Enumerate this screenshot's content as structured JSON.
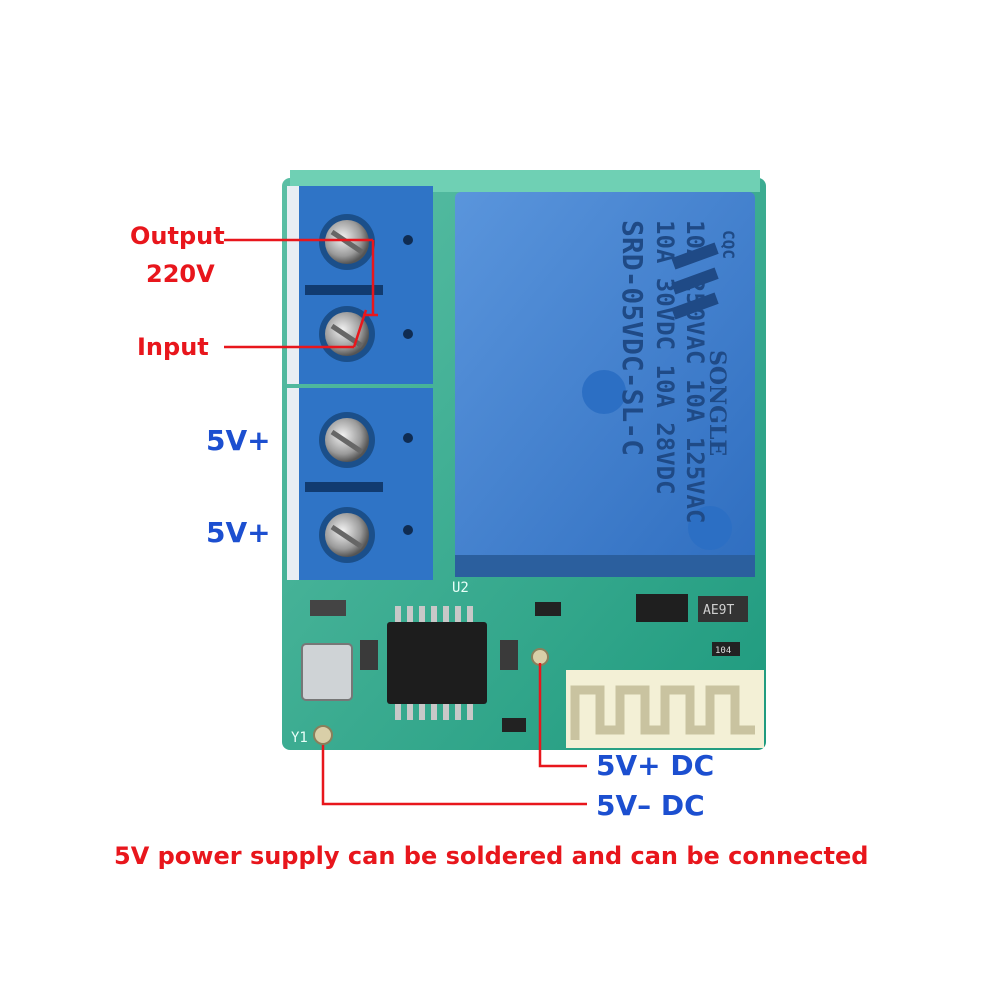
{
  "labels": {
    "output": "Output",
    "output_voltage": "220V",
    "input": "Input",
    "terminal_5v_1": "5V+",
    "terminal_5v_2": "5V+",
    "dc_plus": "5V+ DC",
    "dc_minus": "5V– DC",
    "note": "5V power supply can be soldered and can be connected"
  },
  "relay": {
    "brand": "SONGLE",
    "cert": "CQC",
    "line1": "10A 250VAC 10A 125VAC",
    "line2": "10A 30VDC 10A 28VDC",
    "line3": "SRD-05VDC-SL-C"
  },
  "silkscreen": {
    "u2": "U2",
    "y1": "Y1",
    "transistor": "AE9T",
    "resistor": "104"
  },
  "colors": {
    "label_red": "#e8161c",
    "label_blue": "#1c4fd0",
    "pcb_green": "#1e9a7e",
    "relay_blue": "#3f7fcd",
    "terminal_blue": "#2f74c6"
  }
}
